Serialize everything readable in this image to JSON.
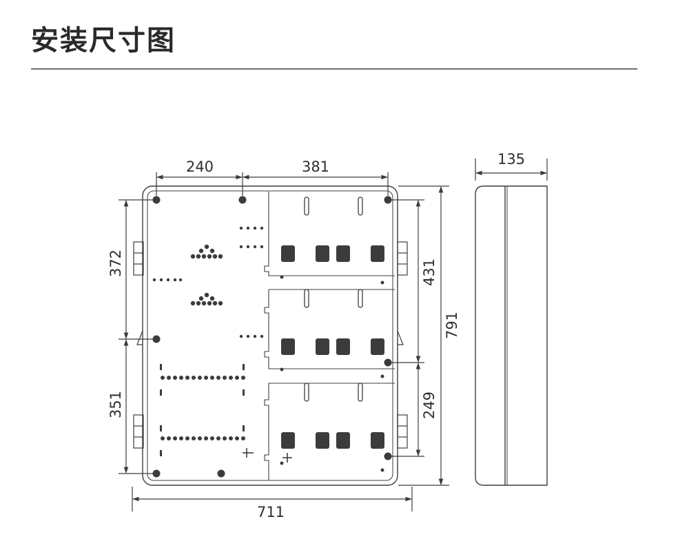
{
  "title": "安装尺寸图",
  "dimensions": {
    "left_hole_spacing": "240",
    "right_hole_spacing": "381",
    "upper_hole_height": "372",
    "lower_hole_height": "351",
    "right_upper_height": "431",
    "right_lower_height": "249",
    "total_height": "791",
    "total_width": "711",
    "depth": "135"
  },
  "colors": {
    "line": "#3c3c3c",
    "title": "#2a2a2a",
    "rule": "#6f6f6f"
  }
}
